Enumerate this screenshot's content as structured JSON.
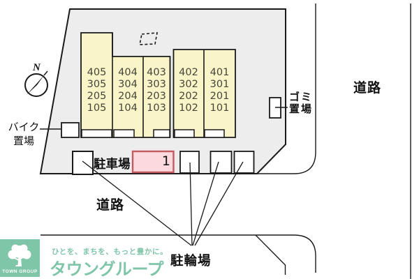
{
  "map": {
    "compass_label": "N",
    "building": {
      "columns": [
        {
          "rooms": [
            "405",
            "305",
            "205",
            "105"
          ]
        },
        {
          "rooms": [
            "404",
            "304",
            "204",
            "104"
          ]
        },
        {
          "rooms": [
            "403",
            "303",
            "203",
            "103"
          ]
        },
        {
          "rooms": [
            "402",
            "302",
            "202",
            "102"
          ]
        },
        {
          "rooms": [
            "401",
            "301",
            "201",
            "101"
          ]
        }
      ]
    },
    "labels": {
      "bike_line1": "バイク",
      "bike_line2": "置場",
      "parking": "駐車場",
      "garbage_line1": "ゴミ",
      "garbage_line2": "置場",
      "road_right": "道路",
      "road_bottom": "道路",
      "bicycle": "駐輪場",
      "spot_number": "1"
    }
  },
  "footer": {
    "logo_text": "TOWN GROUP",
    "tagline": "ひとを、まちを、もっと豊かに。",
    "brand": "タウングループ"
  },
  "colors": {
    "site_fill": "#ededed",
    "unit_fill": "#f9f5c8",
    "outline": "#1a1a1a",
    "highlight_fill": "#fbd9de",
    "highlight_border": "#c25a60",
    "brand_green": "#7fc5a8"
  }
}
